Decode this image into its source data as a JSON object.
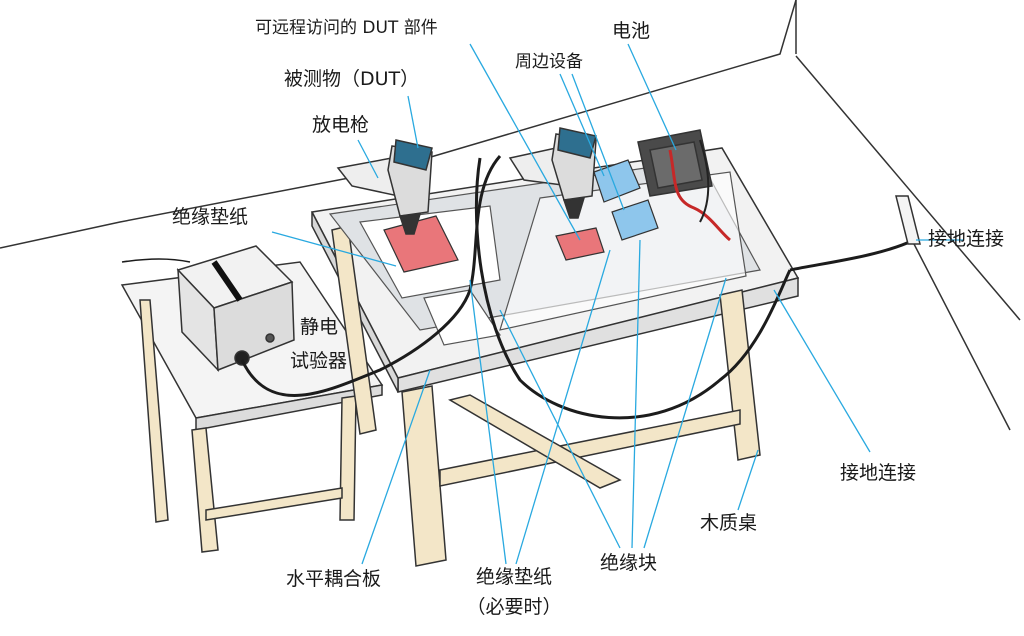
{
  "labels": {
    "remote_dut": "可远程访问的 DUT 部件",
    "dut": "被测物（DUT）",
    "esd_gun": "放电枪",
    "peripheral": "周边设备",
    "battery": "电池",
    "insulating_paper": "绝缘垫纸",
    "esd_tester_line1": "静电",
    "esd_tester_line2": "试验器",
    "ground_connection_wall": "接地连接",
    "ground_connection_table": "接地连接",
    "wooden_table": "木质桌",
    "hcp": "水平耦合板",
    "insulating_paper_optional_line1": "绝缘垫纸",
    "insulating_paper_optional_line2": "（必要时）",
    "insulating_block": "绝缘块"
  },
  "colors": {
    "leader_line": "#29a9e0",
    "table_wood": "#f3e6c8",
    "table_top": "#f2f2f2",
    "coupling_plane": "#d9dcdf",
    "dut": "#e9767a",
    "peripheral": "#8ec6ec",
    "cable": "#1c1c1c",
    "battery_wire": "#c62828",
    "wall_line": "#333333"
  }
}
